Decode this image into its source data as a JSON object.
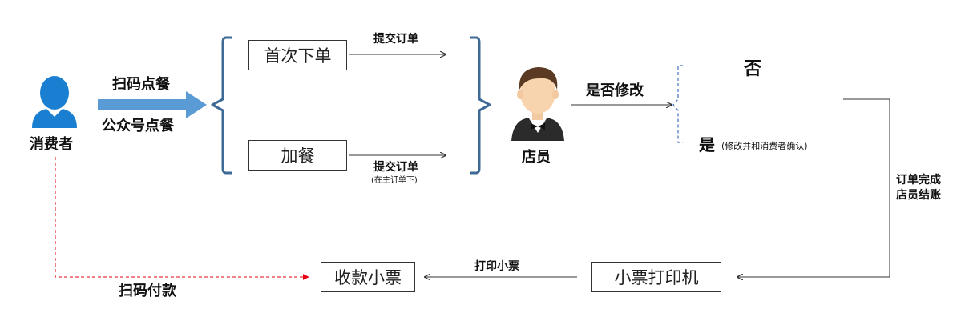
{
  "actors": {
    "consumer": "消费者",
    "staff": "店员"
  },
  "entry": {
    "scan_order": "扫码点餐",
    "wechat_order": "公众号点餐"
  },
  "boxes": {
    "first_order": "首次下单",
    "add_dishes": "加餐",
    "receipt": "收款小票",
    "printer": "小票打印机"
  },
  "edges": {
    "submit_order_1": "提交订单",
    "submit_order_2": "提交订单",
    "submit_order_2_note": "(在主订单下)",
    "modify_question": "是否修改",
    "no": "否",
    "yes": "是",
    "yes_note": "(修改并和消费者确认)",
    "checkout_line1": "订单完成",
    "checkout_line2": "店员结账",
    "print_receipt": "打印小票",
    "scan_pay": "扫码付款"
  },
  "colors": {
    "icon_blue": "#1a7fd1",
    "arrow_blue": "#5b9bd5",
    "bracket_blue": "#3e6a96",
    "dashed_red": "#e60012",
    "line": "#333333"
  },
  "icons": [
    "user-icon",
    "waiter-icon"
  ]
}
